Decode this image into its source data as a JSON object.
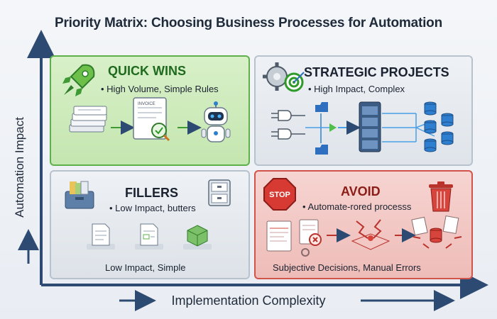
{
  "title": "Priority Matrix: Choosing Business Processes for Automation",
  "axes": {
    "y_label": "Automation Impact",
    "x_label": "Implementation Complexity"
  },
  "quadrants": {
    "quick_wins": {
      "title": "QUICK WINS",
      "subtitle": "• High Volume, Simple Rules",
      "invoice_label": "INVOICE",
      "color": "#5fb04a"
    },
    "strategic": {
      "title": "STRATEGIC PROJECTS",
      "subtitle": "• High Impact, Complex"
    },
    "fillers": {
      "title": "FILLERS",
      "subtitle": "• Low Impact, butters",
      "footer": "Low Impact, Simple"
    },
    "avoid": {
      "title": "AVOID",
      "subtitle": "• Automate-rored processs",
      "footer": "Subjective Decisions, Manual Errors",
      "stop_label": "STOP",
      "color": "#d2534a"
    }
  },
  "colors": {
    "axis": "#2d4a72",
    "green": "#5fb04a",
    "red": "#d2534a",
    "blue": "#2f7fd0"
  }
}
